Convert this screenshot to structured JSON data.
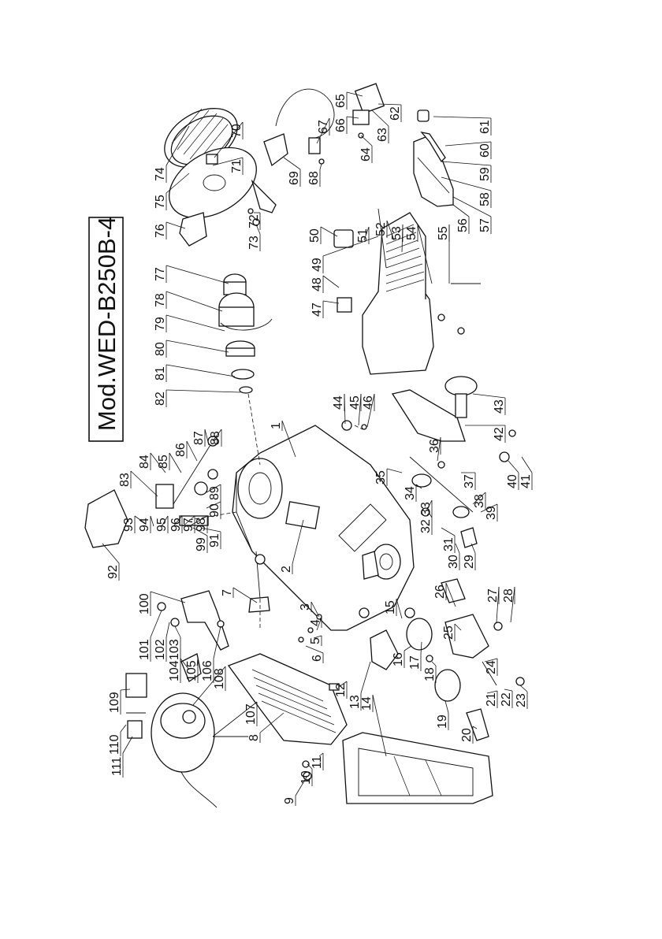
{
  "title": "Mod.WED-B250B-4",
  "part_numbers": [
    "1",
    "2",
    "3",
    "4",
    "5",
    "6",
    "7",
    "8",
    "9",
    "10",
    "11",
    "12",
    "13",
    "14",
    "15",
    "16",
    "17",
    "18",
    "19",
    "20",
    "21",
    "22",
    "23",
    "24",
    "25",
    "26",
    "27",
    "28",
    "29",
    "30",
    "31",
    "32",
    "33",
    "34",
    "35",
    "36",
    "37",
    "38",
    "39",
    "40",
    "41",
    "42",
    "43",
    "44",
    "45",
    "46",
    "47",
    "48",
    "49",
    "50",
    "51",
    "52",
    "53",
    "54",
    "55",
    "56",
    "57",
    "58",
    "59",
    "60",
    "61",
    "62",
    "63",
    "64",
    "65",
    "66",
    "67",
    "68",
    "69",
    "70",
    "71",
    "72",
    "73",
    "74",
    "75",
    "76",
    "77",
    "78",
    "79",
    "80",
    "81",
    "82",
    "83",
    "84",
    "85",
    "86",
    "87",
    "88",
    "89",
    "90",
    "91",
    "92",
    "93",
    "94",
    "95",
    "96",
    "97",
    "98",
    "99",
    "100",
    "101",
    "102",
    "103",
    "104",
    "105",
    "106",
    "107",
    "108",
    "109",
    "110",
    "111"
  ]
}
